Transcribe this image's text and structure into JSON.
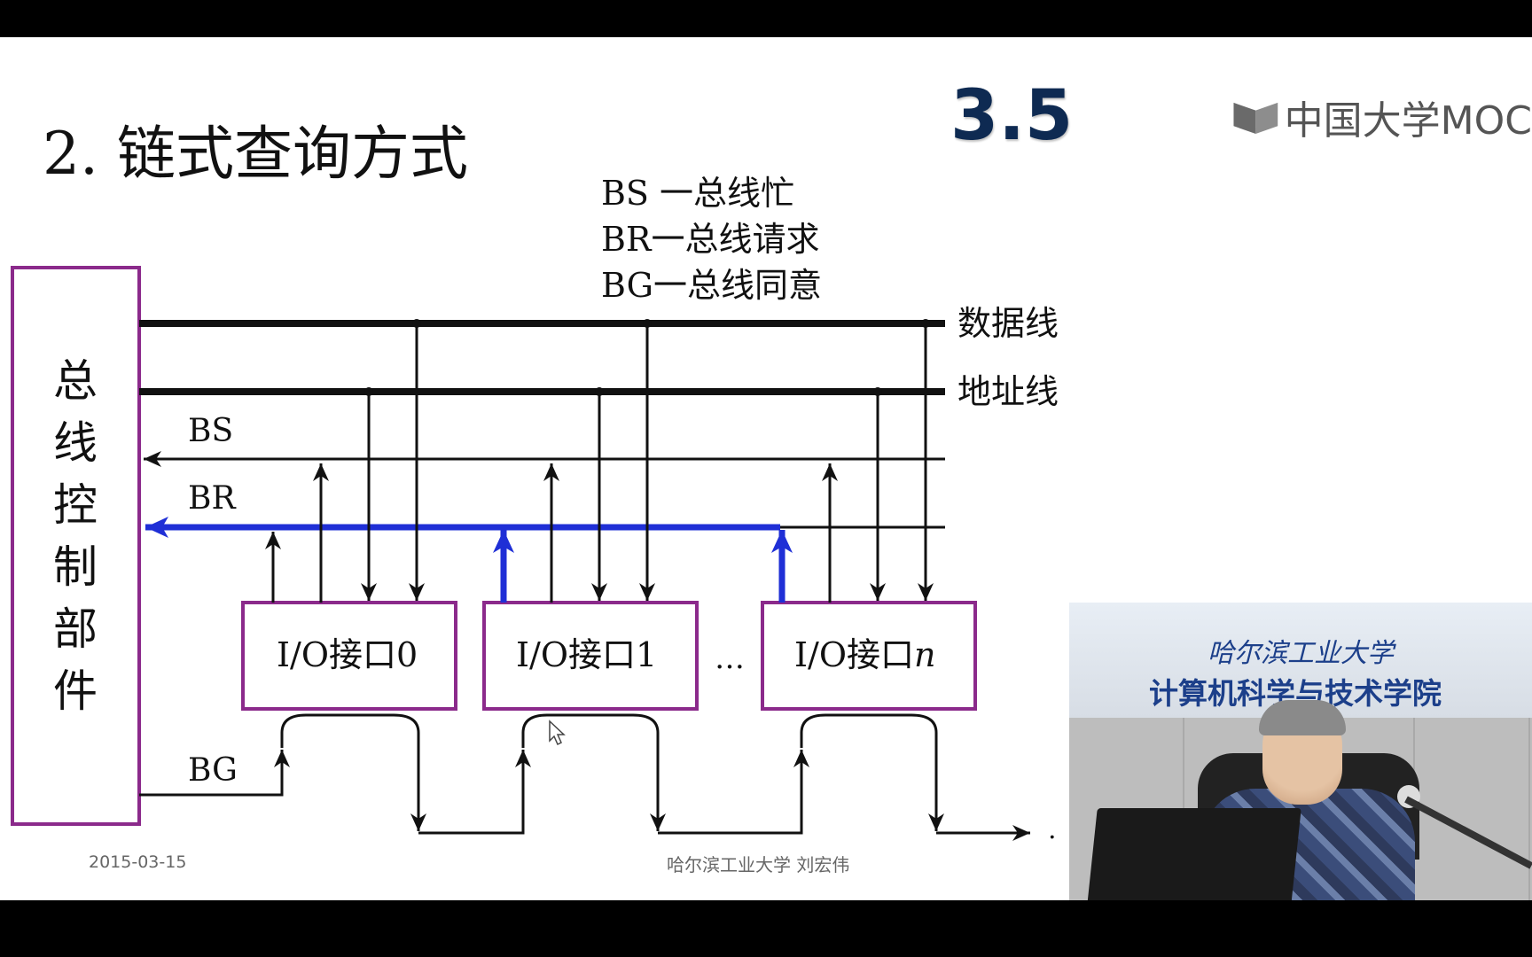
{
  "slide": {
    "title": "2. 链式查询方式",
    "section_number": "3.5",
    "logo_text": "中国大学MOC",
    "legend": [
      "BS  一总线忙",
      "BR一总线请求",
      "BG一总线同意"
    ],
    "controller_chars": [
      "总",
      "线",
      "控",
      "制",
      "部",
      "件"
    ],
    "bus_labels": {
      "data": "数据线",
      "address": "地址线",
      "bs": "BS",
      "br": "BR",
      "bg": "BG"
    },
    "interfaces": [
      {
        "prefix": "I/O接口",
        "suffix": "0"
      },
      {
        "prefix": "I/O接口",
        "suffix": "1"
      },
      {
        "prefix": "I/O接口",
        "suffix": "n"
      }
    ],
    "ellipsis": "…",
    "trailing_dot": ".",
    "footer_date": "2015-03-15",
    "footer_author": "哈尔滨工业大学   刘宏伟"
  },
  "webcam": {
    "university": "哈尔滨工业大学",
    "school": "计算机科学与技术学院"
  },
  "colors": {
    "box_border": "#8b2a8b",
    "line": "#111111",
    "highlight": "#1f2fd6"
  }
}
